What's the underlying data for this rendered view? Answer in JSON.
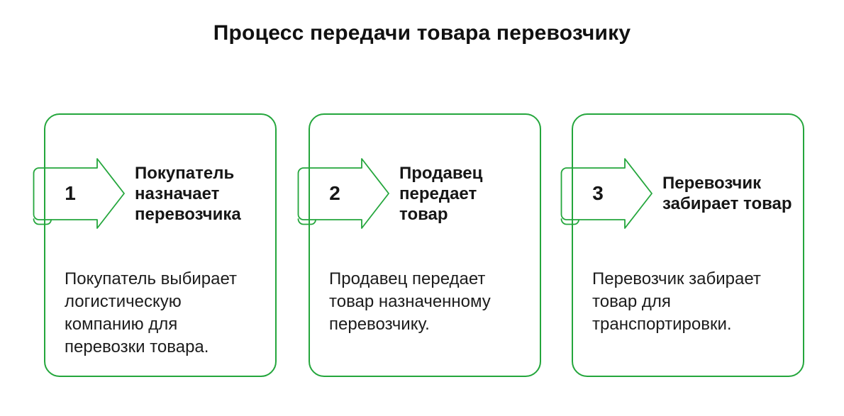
{
  "title": "Процесс передачи товара перевозчику",
  "colors": {
    "accent_green": "#24a63c",
    "text": "#1b1b1b",
    "background": "#ffffff"
  },
  "steps": [
    {
      "number": "1",
      "heading": "Покупатель\nназначает\nперевозчика",
      "body": "Покупатель выбирает\nлогистическую\nкомпанию для\nперевозки товара."
    },
    {
      "number": "2",
      "heading": "Продавец\nпередает\nтовар",
      "body": "Продавец передает\nтовар назначенному\nперевозчику."
    },
    {
      "number": "3",
      "heading": "Перевозчик\nзабирает товар",
      "body": "Перевозчик забирает\nтовар для\nтранспортировки."
    }
  ]
}
